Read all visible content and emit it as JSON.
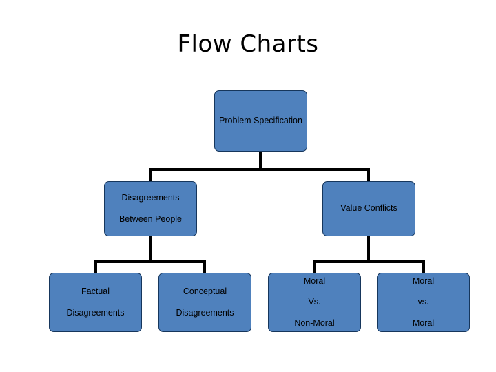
{
  "slide": {
    "title": "Flow Charts",
    "background_color": "#ffffff",
    "node_fill_color": "#4f81bd",
    "node_border_color": "#16365c",
    "connector_color": "#000000"
  },
  "nodes": {
    "root": {
      "label": "Problem Specification"
    },
    "level2": [
      {
        "label": "Disagreements\nBetween People",
        "line1": "Disagreements",
        "line2": "Between People"
      },
      {
        "label": "Value Conflicts",
        "line1": "Value Conflicts",
        "line2": ""
      }
    ],
    "level3": [
      {
        "line1": "Factual",
        "line2": "Disagreements",
        "line3": ""
      },
      {
        "line1": "Conceptual",
        "line2": "Disagreements",
        "line3": ""
      },
      {
        "line1": "Moral",
        "line2": "Vs.",
        "line3": "Non-Moral"
      },
      {
        "line1": "Moral",
        "line2": "vs.",
        "line3": "Moral"
      }
    ]
  }
}
